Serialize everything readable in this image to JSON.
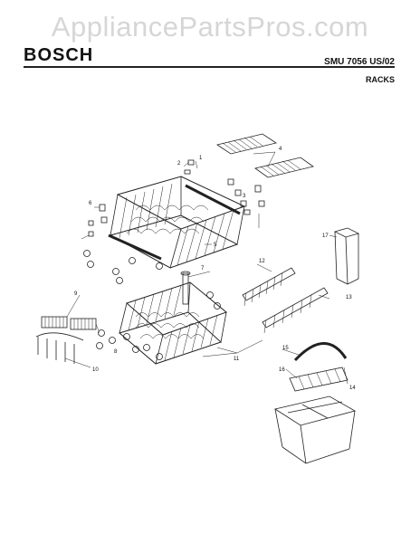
{
  "watermark": "AppliancePartsPros.com",
  "brand": "BOSCH",
  "model": "SMU 7056 US/02",
  "section": "RACKS",
  "callouts": [
    "1",
    "2",
    "3",
    "4",
    "5",
    "6",
    "7",
    "8",
    "9",
    "10",
    "11",
    "12",
    "13",
    "14",
    "15",
    "16",
    "17"
  ]
}
